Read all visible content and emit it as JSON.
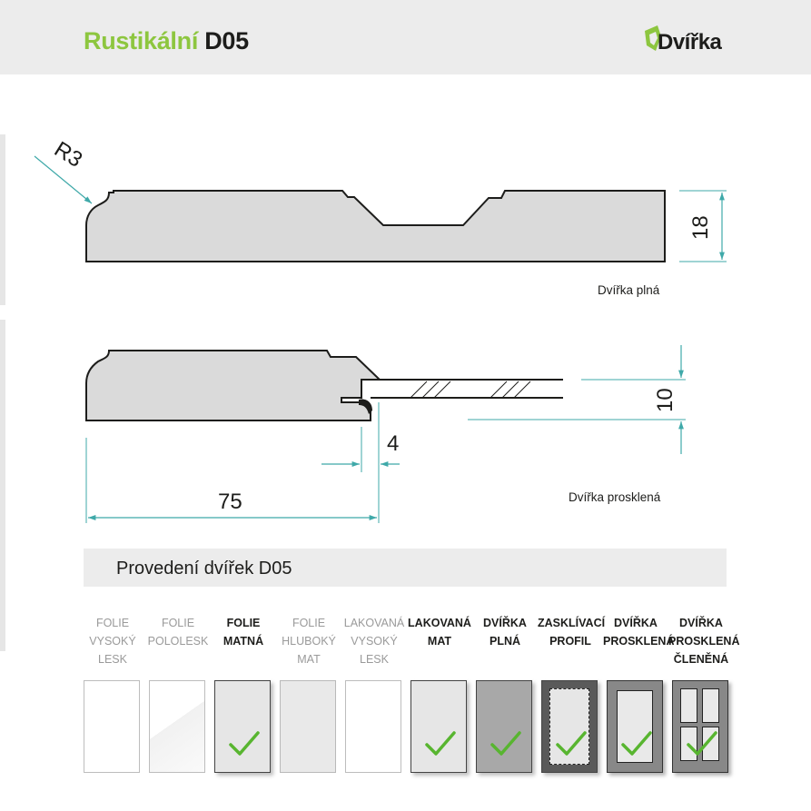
{
  "header": {
    "title_part1": "Rustikální",
    "title_part2": "D05",
    "logo_text": "Dvířka",
    "accent_color": "#8dc63f"
  },
  "diagram": {
    "solid": {
      "radius_label": "R3",
      "thickness_label": "18",
      "caption": "Dvířka plná"
    },
    "glazed": {
      "glass_label": "10",
      "gap_label": "4",
      "width_label": "75",
      "caption": "Dvířka prosklená"
    },
    "dimension_color": "#3fa9a9"
  },
  "section": {
    "title": "Provedení dvířek D05"
  },
  "variants": [
    {
      "lines": [
        "FOLIE",
        "VYSOKÝ",
        "LESK"
      ],
      "active": false,
      "sample": "light",
      "check": false
    },
    {
      "lines": [
        "FOLIE",
        "POLOLESK"
      ],
      "active": false,
      "sample": "light2",
      "check": false
    },
    {
      "lines": [
        "FOLIE",
        "MATNÁ"
      ],
      "active": true,
      "sample": "grey",
      "check": true
    },
    {
      "lines": [
        "FOLIE",
        "HLUBOKÝ",
        "MAT"
      ],
      "active": false,
      "sample": "grey-soft",
      "check": false
    },
    {
      "lines": [
        "LAKOVANÁ",
        "VYSOKÝ",
        "LESK"
      ],
      "active": false,
      "sample": "light",
      "check": false
    },
    {
      "lines": [
        "LAKOVANÁ",
        "MAT"
      ],
      "active": true,
      "sample": "grey",
      "check": true
    },
    {
      "lines": [
        "DVÍŘKA",
        "PLNÁ"
      ],
      "active": true,
      "sample": "dark",
      "check": true
    },
    {
      "lines": [
        "ZASKLÍVACÍ",
        "PROFIL"
      ],
      "active": true,
      "sample": "dashed",
      "check": true
    },
    {
      "lines": [
        "DVÍŘKA",
        "PROSKLENÁ"
      ],
      "active": true,
      "sample": "frame",
      "check": true
    },
    {
      "lines": [
        "DVÍŘKA",
        "PROSKLENÁ",
        "ČLENĚNÁ"
      ],
      "active": true,
      "sample": "grid",
      "check": true
    }
  ],
  "check_color": "#58b530"
}
